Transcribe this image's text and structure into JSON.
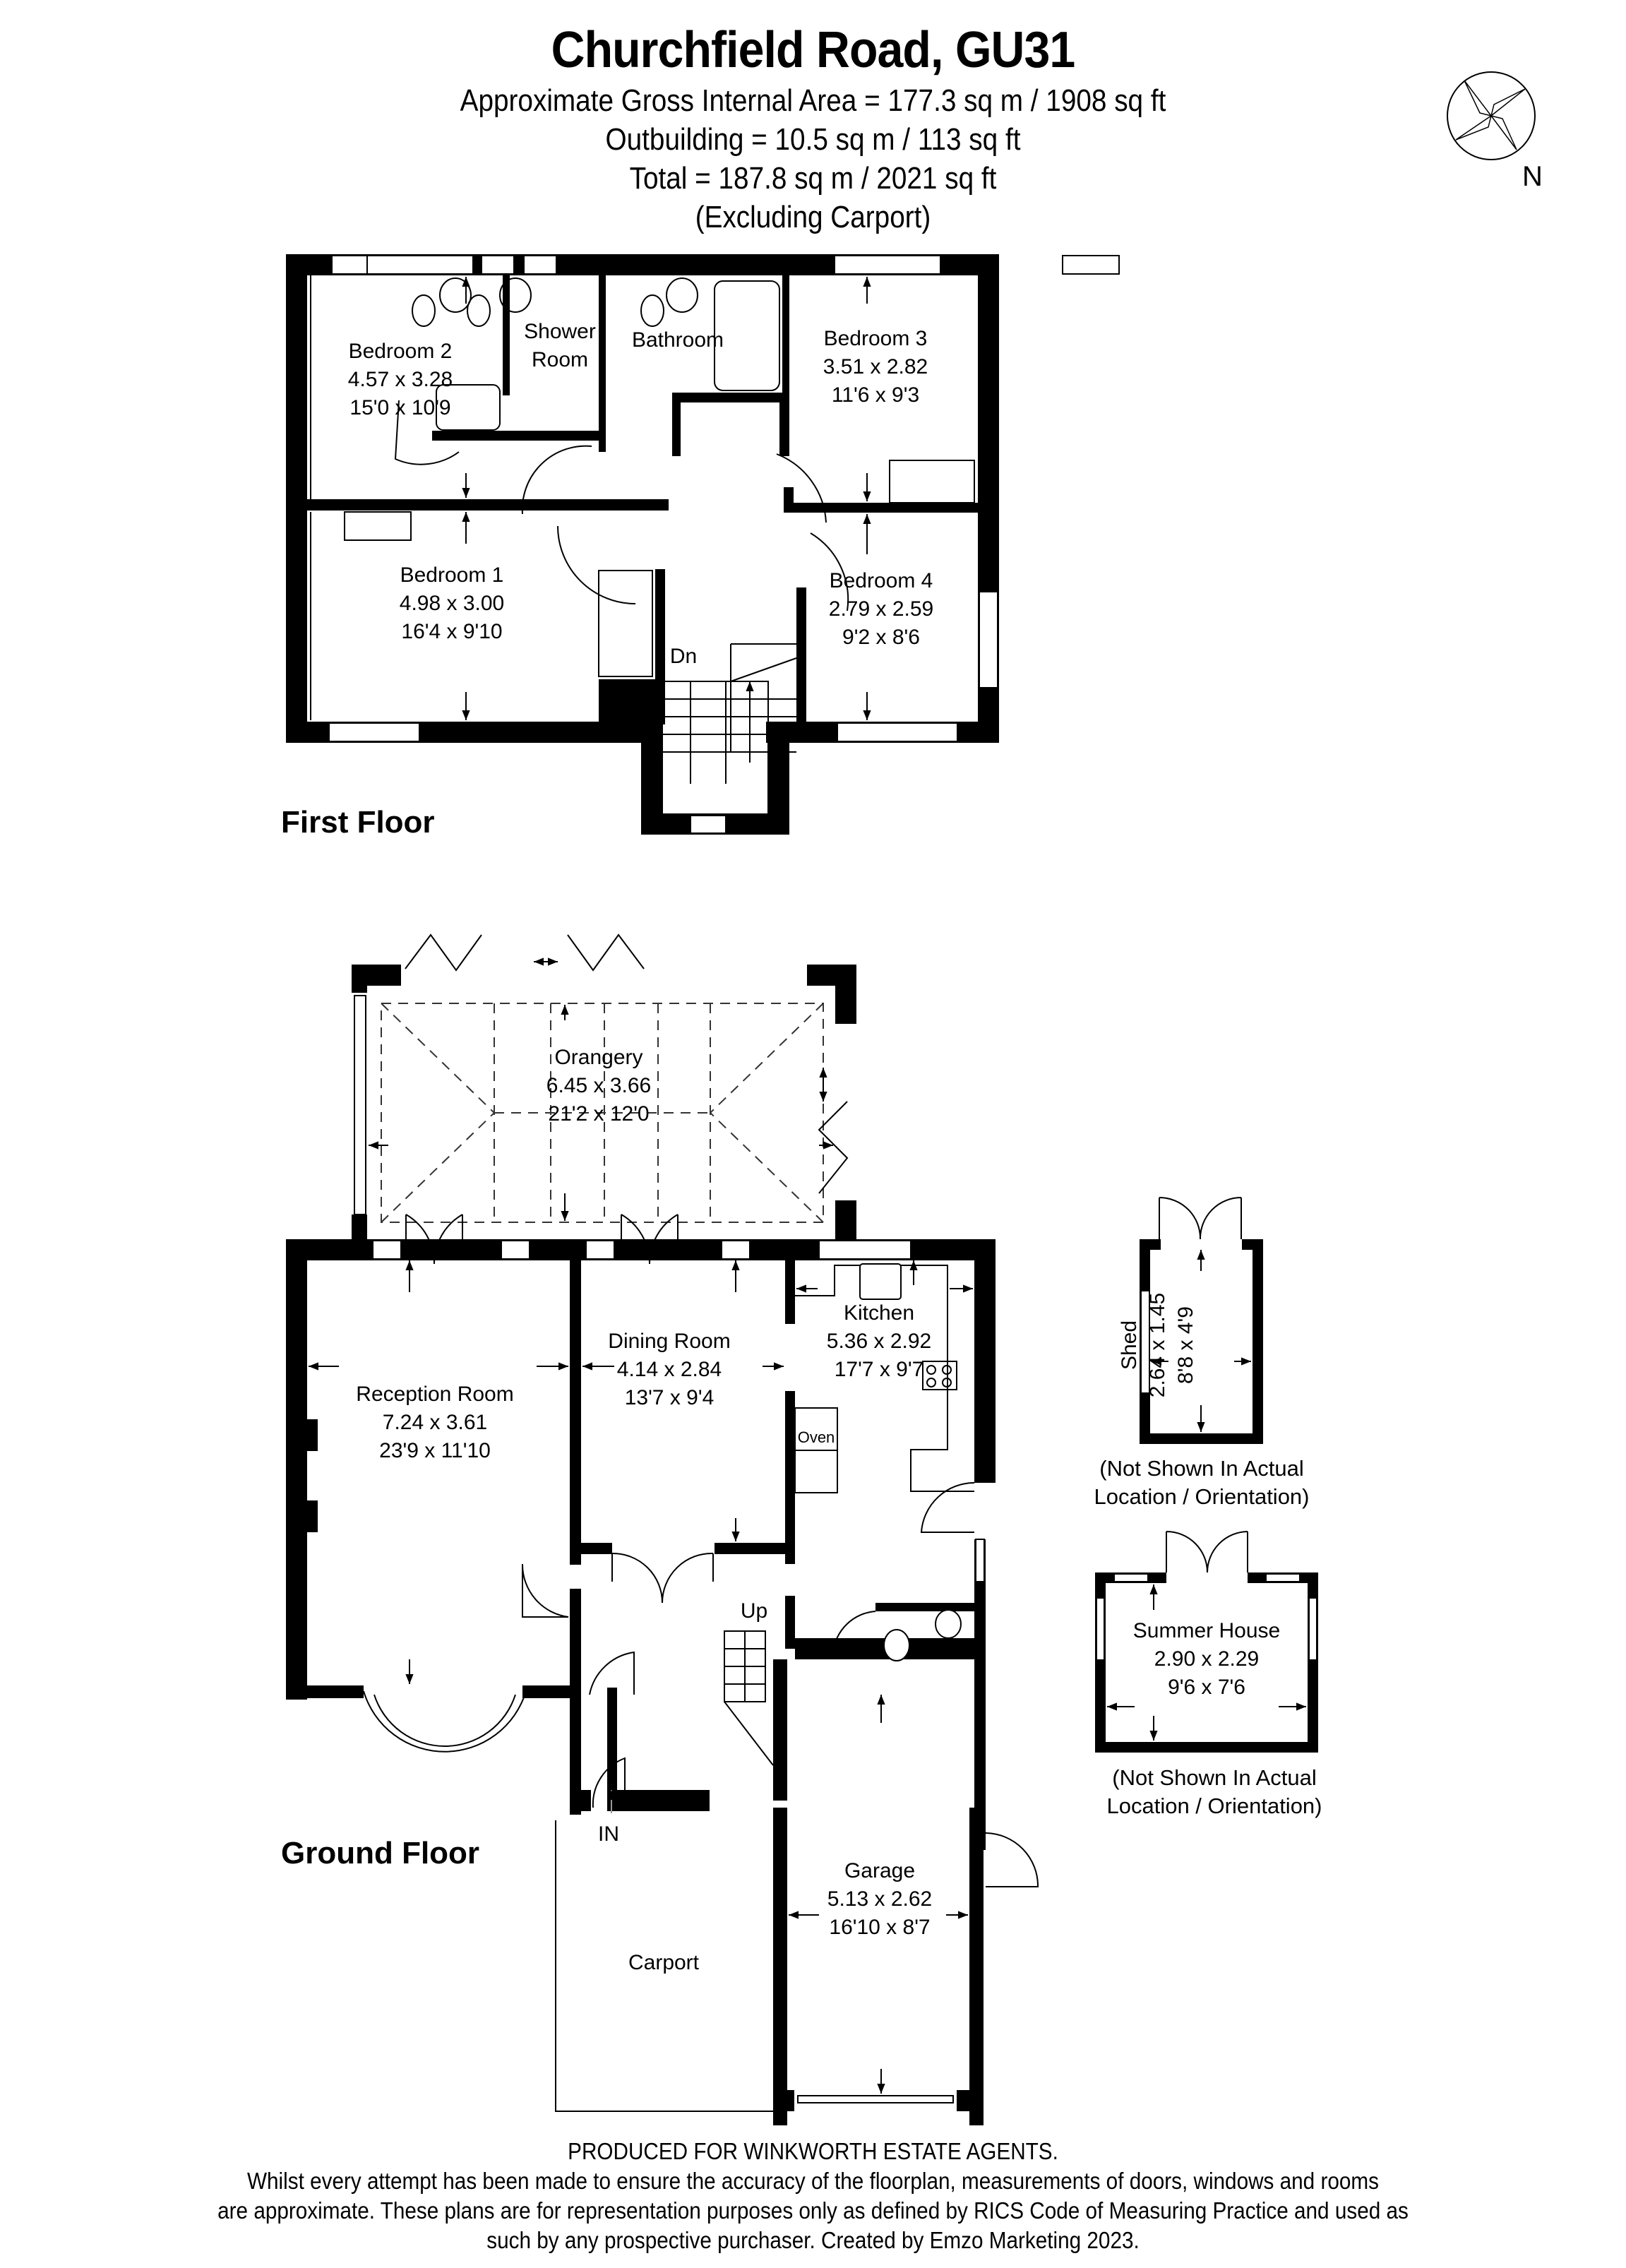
{
  "header": {
    "title": "Churchfield Road, GU31",
    "gross_internal_area": "Approximate Gross Internal Area = 177.3 sq m / 1908 sq ft",
    "outbuilding_area": "Outbuilding = 10.5 sq m / 113 sq ft",
    "total_area": "Total = 187.8 sq m / 2021 sq ft",
    "exclusion_note": "(Excluding Carport)"
  },
  "compass": {
    "icon": "compass-rose-icon",
    "label": "N"
  },
  "first_floor": {
    "label": "First Floor",
    "rooms": [
      {
        "name": "Bedroom 2",
        "metric": "4.57 x 3.28",
        "imperial": "15'0 x 10'9"
      },
      {
        "name": "Shower Room",
        "name_line1": "Shower",
        "name_line2": "Room"
      },
      {
        "name": "Bathroom"
      },
      {
        "name": "Bedroom 3",
        "metric": "3.51 x 2.82",
        "imperial": "11'6 x 9'3"
      },
      {
        "name": "Bedroom 1",
        "metric": "4.98 x 3.00",
        "imperial": "16'4 x 9'10"
      },
      {
        "name": "Bedroom 4",
        "metric": "2.79 x 2.59",
        "imperial": "9'2 x 8'6"
      }
    ],
    "stairs_label": "Dn"
  },
  "ground_floor": {
    "label": "Ground Floor",
    "rooms": [
      {
        "name": "Orangery",
        "metric": "6.45 x 3.66",
        "imperial": "21'2 x 12'0"
      },
      {
        "name": "Reception Room",
        "metric": "7.24 x 3.61",
        "imperial": "23'9 x 11'10"
      },
      {
        "name": "Dining Room",
        "metric": "4.14 x 2.84",
        "imperial": "13'7 x 9'4"
      },
      {
        "name": "Kitchen",
        "metric": "5.36 x 2.92",
        "imperial": "17'7 x 9'7"
      },
      {
        "name": "Garage",
        "metric": "5.13 x 2.62",
        "imperial": "16'10 x 8'7"
      },
      {
        "name": "Carport"
      }
    ],
    "oven_label": "Oven",
    "stairs_label": "Up",
    "entrance_label": "IN"
  },
  "outbuildings": [
    {
      "name": "Shed",
      "metric": "2.64 x 1.45",
      "imperial": "8'8 x 4'9",
      "note_line1": "(Not Shown In Actual",
      "note_line2": "Location / Orientation)"
    },
    {
      "name": "Summer House",
      "metric": "2.90 x 2.29",
      "imperial": "9'6 x 7'6",
      "note_line1": "(Not Shown In Actual",
      "note_line2": "Location / Orientation)"
    }
  ],
  "footer": {
    "producer": "PRODUCED FOR WINKWORTH ESTATE AGENTS.",
    "disclaimer_line1": "Whilst every attempt has been made to ensure the accuracy of the floorplan, measurements of doors, windows and rooms",
    "disclaimer_line2": "are approximate. These plans are for representation purposes only as defined by RICS Code of Measuring Practice and used as",
    "disclaimer_line3": "such by any prospective purchaser. Created by Emzo Marketing 2023."
  },
  "colors": {
    "wall": "#000000",
    "background": "#ffffff",
    "line": "#000000",
    "roof_dash": "#333333"
  }
}
